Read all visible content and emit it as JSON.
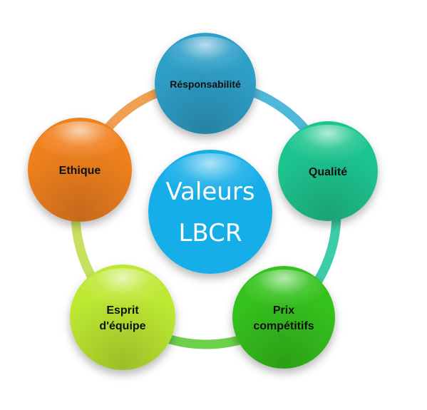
{
  "center": {
    "line1": "Valeurs",
    "line2": "LBCR",
    "color": "#17aee8"
  },
  "nodes": [
    {
      "id": "responsabilite",
      "lines": [
        "Résponsabilité"
      ],
      "color": "#2f9fc8"
    },
    {
      "id": "qualite",
      "lines": [
        "Qualité"
      ],
      "color": "#1fc590"
    },
    {
      "id": "prix-competitifs",
      "lines": [
        "Prix",
        "compétitifs"
      ],
      "color": "#35c21d"
    },
    {
      "id": "esprit-equipe",
      "lines": [
        "Esprit",
        "d'équipe"
      ],
      "color": "#bde832"
    },
    {
      "id": "ethique",
      "lines": [
        "Ethique"
      ],
      "color": "#f0801f"
    }
  ],
  "ring_segments": [
    {
      "from": "ethique",
      "to": "responsabilite",
      "color": "#f0a050"
    },
    {
      "from": "responsabilite",
      "to": "qualite",
      "color": "#4fb8d8"
    },
    {
      "from": "qualite",
      "to": "prix-competitifs",
      "color": "#3ccca8"
    },
    {
      "from": "prix-competitifs",
      "to": "esprit-equipe",
      "color": "#6cd04a"
    },
    {
      "from": "esprit-equipe",
      "to": "ethique",
      "color": "#c8e060"
    }
  ]
}
